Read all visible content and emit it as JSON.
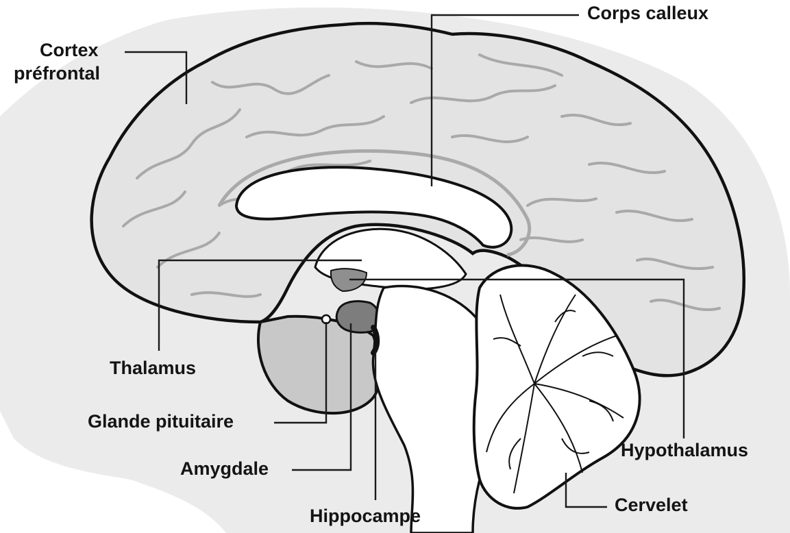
{
  "colors": {
    "head_silhouette": "#ebebeb",
    "brain_fill": "#e3e3e3",
    "sulci": "#a9a9a9",
    "outline": "#111111",
    "highlight_structure": "#8f8f8f",
    "label_text": "#141414"
  },
  "labels": {
    "corps_calleux": "Corps calleux",
    "cortex_line1": "Cortex",
    "cortex_line2": "préfrontal",
    "thalamus": "Thalamus",
    "glande_pituitaire": "Glande pituitaire",
    "amygdale": "Amygdale",
    "hippocampe": "Hippocampe",
    "hypothalamus": "Hypothalamus",
    "cervelet": "Cervelet"
  }
}
